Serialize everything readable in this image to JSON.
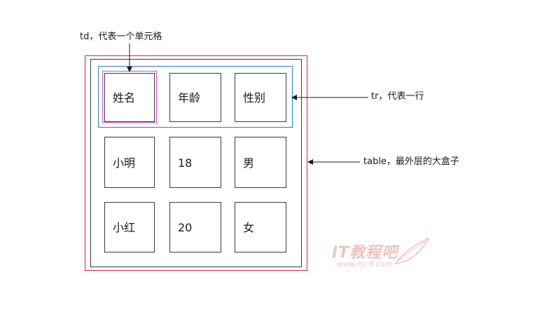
{
  "annotations": {
    "td": "td，代表一个单元格",
    "tr": "tr，代表一行",
    "table": "table，最外层的大盒子"
  },
  "cells": [
    [
      "姓名",
      "年龄",
      "性别"
    ],
    [
      "小明",
      "18",
      "男"
    ],
    [
      "小红",
      "20",
      "女"
    ]
  ],
  "watermark": {
    "brand": "IT教程吧",
    "url": "www.itjc8.com"
  },
  "colors": {
    "table_outer": "#d62b2b",
    "tr_highlight": "#2f7fb6",
    "td_highlight": "#d94fd0",
    "cell_border": "#3a3a3a",
    "watermark": "#f1c2c2"
  },
  "icons": {
    "feather": "feather-icon"
  }
}
